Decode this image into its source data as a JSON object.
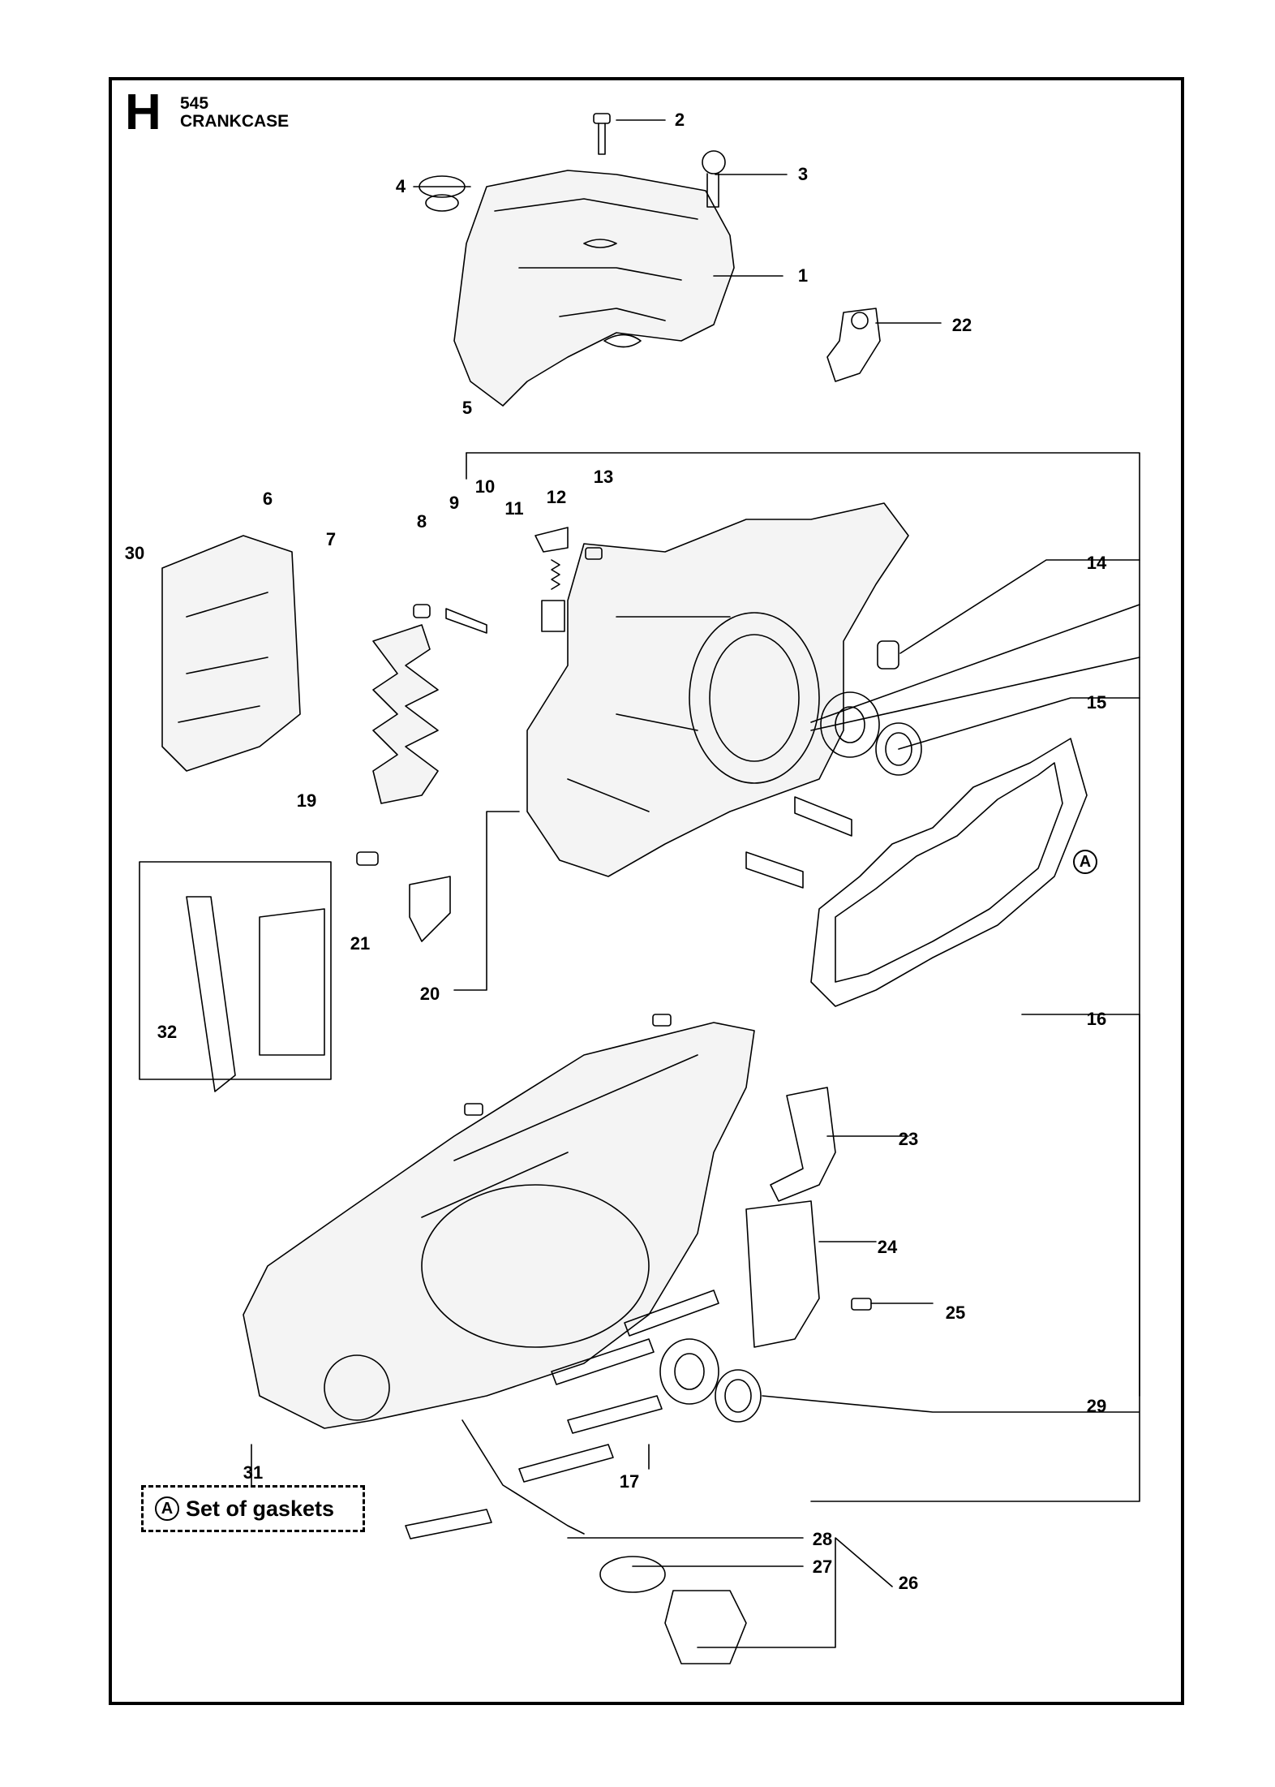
{
  "header": {
    "section_letter": "H",
    "model": "545",
    "title": "CRANKCASE"
  },
  "callouts": [
    "1",
    "2",
    "3",
    "4",
    "5",
    "6",
    "7",
    "8",
    "9",
    "10",
    "11",
    "12",
    "13",
    "14",
    "15",
    "16",
    "17",
    "19",
    "20",
    "21",
    "22",
    "23",
    "24",
    "25",
    "26",
    "27",
    "28",
    "29",
    "30",
    "31",
    "32"
  ],
  "reference_marker": "A",
  "legend": {
    "marker": "A",
    "text": "Set of gaskets"
  }
}
